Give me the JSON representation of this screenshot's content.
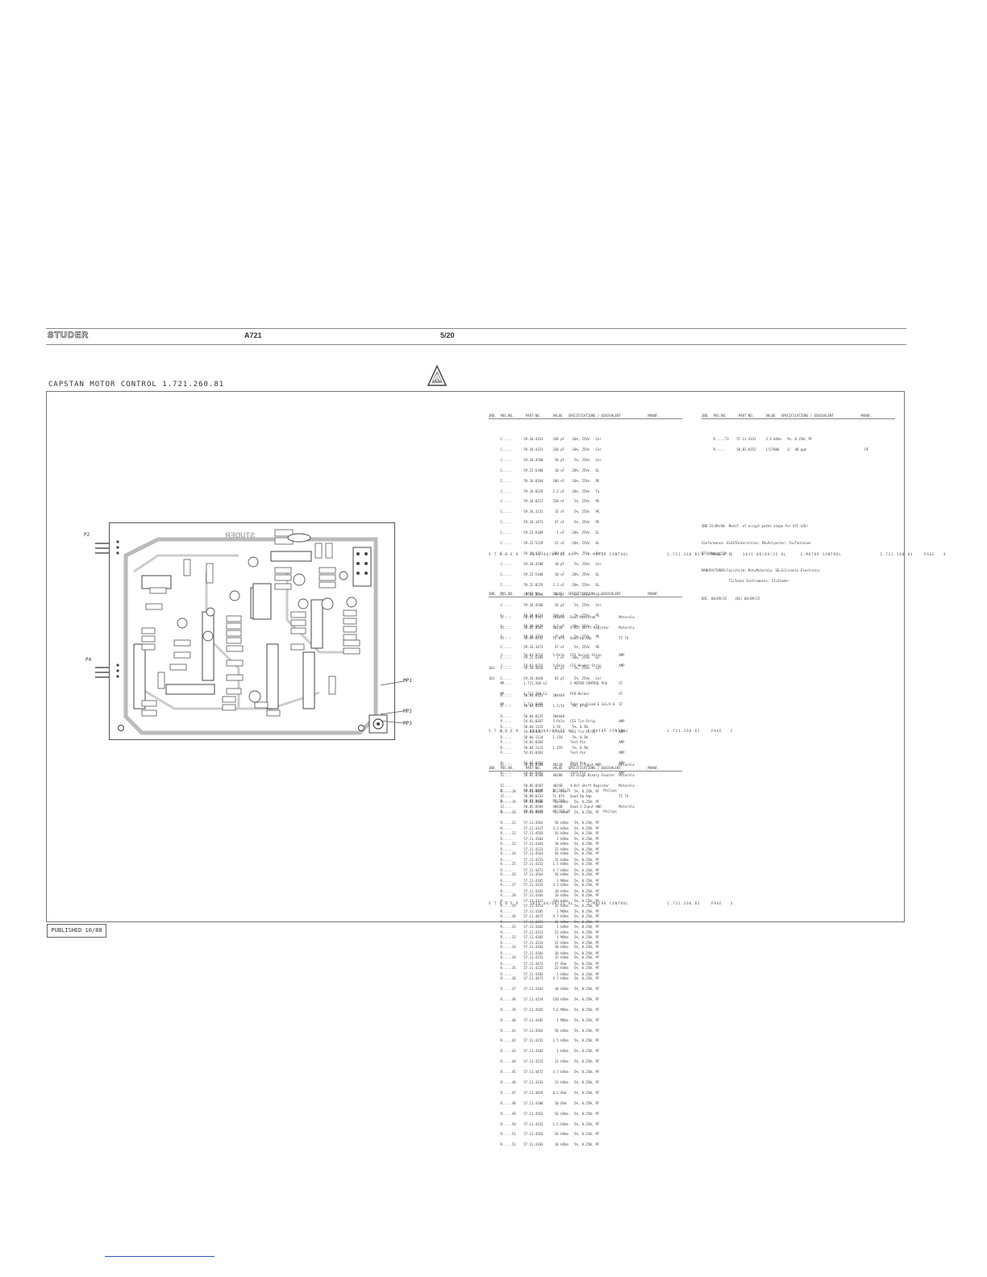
{
  "header": {
    "brand": "STUDER",
    "model": "A721",
    "page": "5/20"
  },
  "title": "CAPSTAN MOTOR CONTROL  1.721.260.81",
  "published": "PUBLISHED 10/88",
  "icons": {
    "warning": "esd-warning-triangle-icon"
  },
  "pcb": {
    "board_label": "STUDER",
    "connectors": {
      "p2": "P2",
      "p4": "P4",
      "mp1": "MP1",
      "mp2": "MP2",
      "mp3": "MP3"
    }
  },
  "parts_lists": {
    "columns": "IND.  POS.NO.      PART NO.      VALUE   SPECIFICATIONS / EQUIVALENT              MANUF.",
    "sheet1": {
      "rows": [
        "      C.....      59.34.4331     330 pF    10%, 25Vo   Cer",
        "      C.....      59.34.4331     330 pF    10%, 25Vo   Cer",
        "      C.....      59.34.4560      56 pF     5%, 25Vo   Cer",
        "      C.....      59.22.6100      10 uF   -20%, 25Vo   EL",
        "      C.....      59.34.8104     100 nF    10%, 25Vo   PE",
        "      C.....      59.34.0229     2.2 uF   -20%, 25Vo   Ta",
        "      C.....      59.34.0221     220 nF     5%, 25Vo   PE",
        "      C.....      59.34.3153      15 nF     5%, 25Vo   PE",
        "      C.....      59.34.3473      47 nF     5%, 25Vo   PE",
        "      C.....      59.22.6109       1 uF   -20%, 25Vo   EL",
        "      C.....      59.22.5229      22 uF   -20%, 25Vo   EL",
        "      C.....      59.34.4331     330 pF    10%, 25Vo   Cer",
        "      C.....      59.34.4100      10 pF     5%, 25Vo   Cer",
        "      C.....      59.22.5100      10 uF   -20%, 25Vo   EL",
        "      C.....      59.22.8229     2.2 uF   -20%, 25Vo   EL",
        "      C.....      59.34.2390      39 pF     5%, 25Vo   Cer",
        "      C.....      59.34.4560      56 pF     5%, 25Vo   Cer",
        "      C.....      59.34.0221     220 nF     5%, 25Vo   PE",
        "      C.....      59.30.4479     4.7 uF   -20%, 16Vo   Ta",
        "      C.....      59.34.3153      15 nF     5%, 25Vo   PE",
        "      C.....      59.34.3473      47 nF     5%, 25Vo   PE",
        "      C.....      59.22.6109       1 uF   -20%, 25Vo   EL",
        "101   C.....      59.34.4820      82 pF     5%, 25Vo   Cer",
        "101   C.....      59.34.4820      82 pF     5%, 25Vo   Cer",
        "",
        "      D.....      50.04.0125     1N4448",
        "      D.....      50.04.0125     1.5/1V    5%, 0.5W",
        "      D.....      50.04.0125     1N4448",
        "      D.....      50.04.1115     1.5V      5%, 0.5W",
        "      D.....      50.04.1114     1.15V     5%, 0.5W",
        "      D.....      50.04.1115     1.15V     5%, 0.5W",
        "",
        "      IC....      50.05.0588     4011B    Quad 2-Input NOR         Motorola",
        "      IC....      50.05.0580     4020B    14-Stage Binary Counter  Motorola",
        "      IC....      50.05.0587     4015B    4-Bit Shift Register     Motorola",
        "      IC....      50.09.0132     TL 074   Quad Op Amp              TI 74",
        "      IC....      50.05.0584     4081B    Quad 2-Input AND         Motorola"
      ],
      "footer": "S T U D E R    1011 06/09/25 AL     C-MOTOR CONTROL              1.721.260.81    PAGE   1"
    },
    "sheet2": {
      "rows": [
        "      R.....73    57.11.4331     3.3 kOhm   5%, 0.25W, PF",
        "      R.....      50.03.0352     1/27000    1/  40 ppm                              PE"
      ],
      "notes": [
        "IND 15/09/86  Modif. of ecrypt paths shape for VCF LOG!",
        "",
        "Conformance: ELASTO=Vernitron; PB=Polyester; Ta=Tantalum",
        "EFC=Ohmic 12%",
        "",
        "MANUFACTURER:Fairchild; Mot=Motorola; SE=Siliconix Electronic",
        "              TI=Texas Instruments; ST=Studer",
        "",
        "DOC. 06/09/25    (01) 06/09/25"
      ],
      "footer": "S T U D E R    1011 06/09/25 AL     C-MOTOR CONTROL              1.721.260.81    PAGE   4"
    },
    "sheet3": {
      "rows": [
        "      IC....      50.05.0367     CD4098   Dual Monostab            Motorola",
        "      IC....      50.05.0587     4015B    4-Bit Shift Register     Motorola",
        "      IC....      50.09.0132     TL 074   Quad Op Amp              TI 74",
        "",
        "      J.....      54.01.0216     5-Pole   CIS Serial-Strip         AMP",
        "      J.....      54.01.0215     5-Pole   CIS Header-Strip         AMP",
        "",
        "      MP....      1.721.260.12            C-MOTOR CONTROL PCB      ST",
        "      MP....      1.721.260.11            PCB-Holder               ST",
        "      MP....      1.721.0305              Take up Fixed E 3x1/4.8  ST",
        "",
        "      P.....      54.01.0207     5-Pole   CIS Tie-Strip            AMP",
        "      P.....      54.01.0207     5-Pole   CIS Tie-Strip            AMP",
        "      P.....      54.01.0203              Test Pin                 AMP",
        "      P.....      54.01.0203              Test Pin                 AMP",
        "      P.....      54.01.0203              Test Pin                 AMP",
        "      P.....      54.01.0203              Test Pin                 AMP",
        "",
        "      Q.....      50.03.0469     BC 237-25                 Philips",
        "      Q.....      50.03.0436     BC 237",
        "      Q.....      50.03.0469     BC 237-25                 Philips",
        "",
        "      R.....      57.11.4337     3.3 kOhm   5%, 0.25W, PF",
        "      R.....      57.11.4103       1 kOhm   5%, 0.25W, PF",
        "      R.....      57.11.4223      22 kOhm   5%, 0.25W, PF",
        "      R.....      57.11.4153      15 kOhm   5%, 0.25W, PF",
        "      R.....      57.11.4472     4.7 kOhm   5%, 0.25W, PF",
        "      R.....      57.11.4105       1 MOhm   5%, 0.25W, PF",
        "      R.....      57.11.4103      10 kOhm   5%, 0.25W, PF",
        "      R.....      57.11.4331     330 kOhm   5%, 0.25W, PF",
        "      R.....      57.11.4105       1 MOhm   5%, 0.25W, PF",
        "      R.....      57.11.4153      15 kOhm   5%, 0.25W, PF",
        "      R.....      57.11.4223      22 kOhm   5%, 0.25W, PF",
        "      R.....      57.11.4223      22 kOhm   5%, 0.25W, PF",
        "      R.....      57.11.4103      10 kOhm   5%, 0.25W, PF",
        "      R.....      57.11.4473      47 Ohm    5%, 0.25W, PF",
        "      R.....      57.11.4102       1 kOhm   5%, 0.25W, PF",
        "      R.....      57.11.4223      22 kOhm   5%, 0.25W, PF"
      ],
      "footer": "S T U D E R    1011 06/09/25 AL     C-MOTOR CONTROL              1.721.260.81    PAGE   2"
    },
    "sheet4": {
      "rows": [
        "      R.....18    57.11.4829     8.2 Ohm    5%, 0.25W, PF",
        "      R.....19    57.11.4103      10 kOhm   5%, 0.25W, PF",
        "      R.....20    57.11.4153      15 kOhm   5%, 0.25W, PF",
        "      R.....21    57.11.4563      56 kOhm   5%, 0.25W, PF",
        "      R.....22    57.11.4563      56 kOhm   5%, 0.25W, PF",
        "      R.....23    57.11.4103      10 kOhm   5%, 0.25W, PF",
        "      R.....24    57.11.4563      56 kOhm   5%, 0.25W, PF",
        "      R.....25    57.11.4152     1.5 kOhm   5%, 0.25W, PF",
        "      R.....26    57.11.4563      56 kOhm   5%, 0.25W, PF",
        "      R.....27    57.11.4332     3.3 kOhm   5%, 0.25W, PF",
        "      R.....28    57.11.4103      10 kOhm   5%, 0.25W, PF",
        "      R.....29    57.11.4153      15 kOhm   5%, 0.25W, PF",
        "      R.....30    57.11.4472     4.7 kOhm   5%, 0.25W, PF",
        "      R.....31    57.11.4102       1 kOhm   5%, 0.25W, PF",
        "      R.....32    57.11.4105       1 MOhm   5%, 0.25W, PF",
        "      R.....33    57.11.4103      10 kOhm   5%, 0.25W, PF",
        "      R.....34    57.11.4153      15 kOhm   5%, 0.25W, PF",
        "      R.....35    57.11.4223      22 kOhm   5%, 0.25W, PF",
        "      R.....36    57.11.4472     4.7 kOhm   5%, 0.25W, PF",
        "      R.....37    57.11.4103      10 kOhm   5%, 0.25W, PF",
        "      R.....38    57.11.4154     150 kOhm   5%, 0.25W, PF",
        "      R.....39    57.11.4565     5.6 MOhm   5%, 0.25W, PF",
        "      R.....40    57.11.4105       1 MOhm   5%, 0.25W, PF",
        "      R.....41    57.11.4563      56 kOhm   5%, 0.25W, PF",
        "      R.....42    57.11.4152     1.5 kOhm   5%, 0.25W, PF",
        "      R.....43    57.11.4102       1 kOhm   5%, 0.25W, PF",
        "      R.....44    57.11.4223      22 kOhm   5%, 0.25W, PF",
        "      R.....45    57.11.4472     4.7 kOhm   5%, 0.25W, PF",
        "      R.....46    57.11.4333      33 kOhm   5%, 0.25W, PF",
        "      R.....47    57.11.4829     8.2 Ohm    5%, 0.25W, PF",
        "      R.....48    57.11.4100      10 Ohm    5%, 0.25W, PF",
        "      R.....49    57.11.4563      56 kOhm   5%, 0.25W, PF",
        "      R.....50    57.11.4152     1.5 kOhm   5%, 0.25W, PF",
        "      R.....51    57.11.4563      56 kOhm   5%, 0.25W, PF",
        "      R.....52    57.11.4103      10 kOhm   5%, 0.25W, PF"
      ],
      "footer": "S T U D E R    1011 06/09/25 AL     C-MOTOR CONTROL              1.721.260.81    PAGE   3"
    }
  }
}
